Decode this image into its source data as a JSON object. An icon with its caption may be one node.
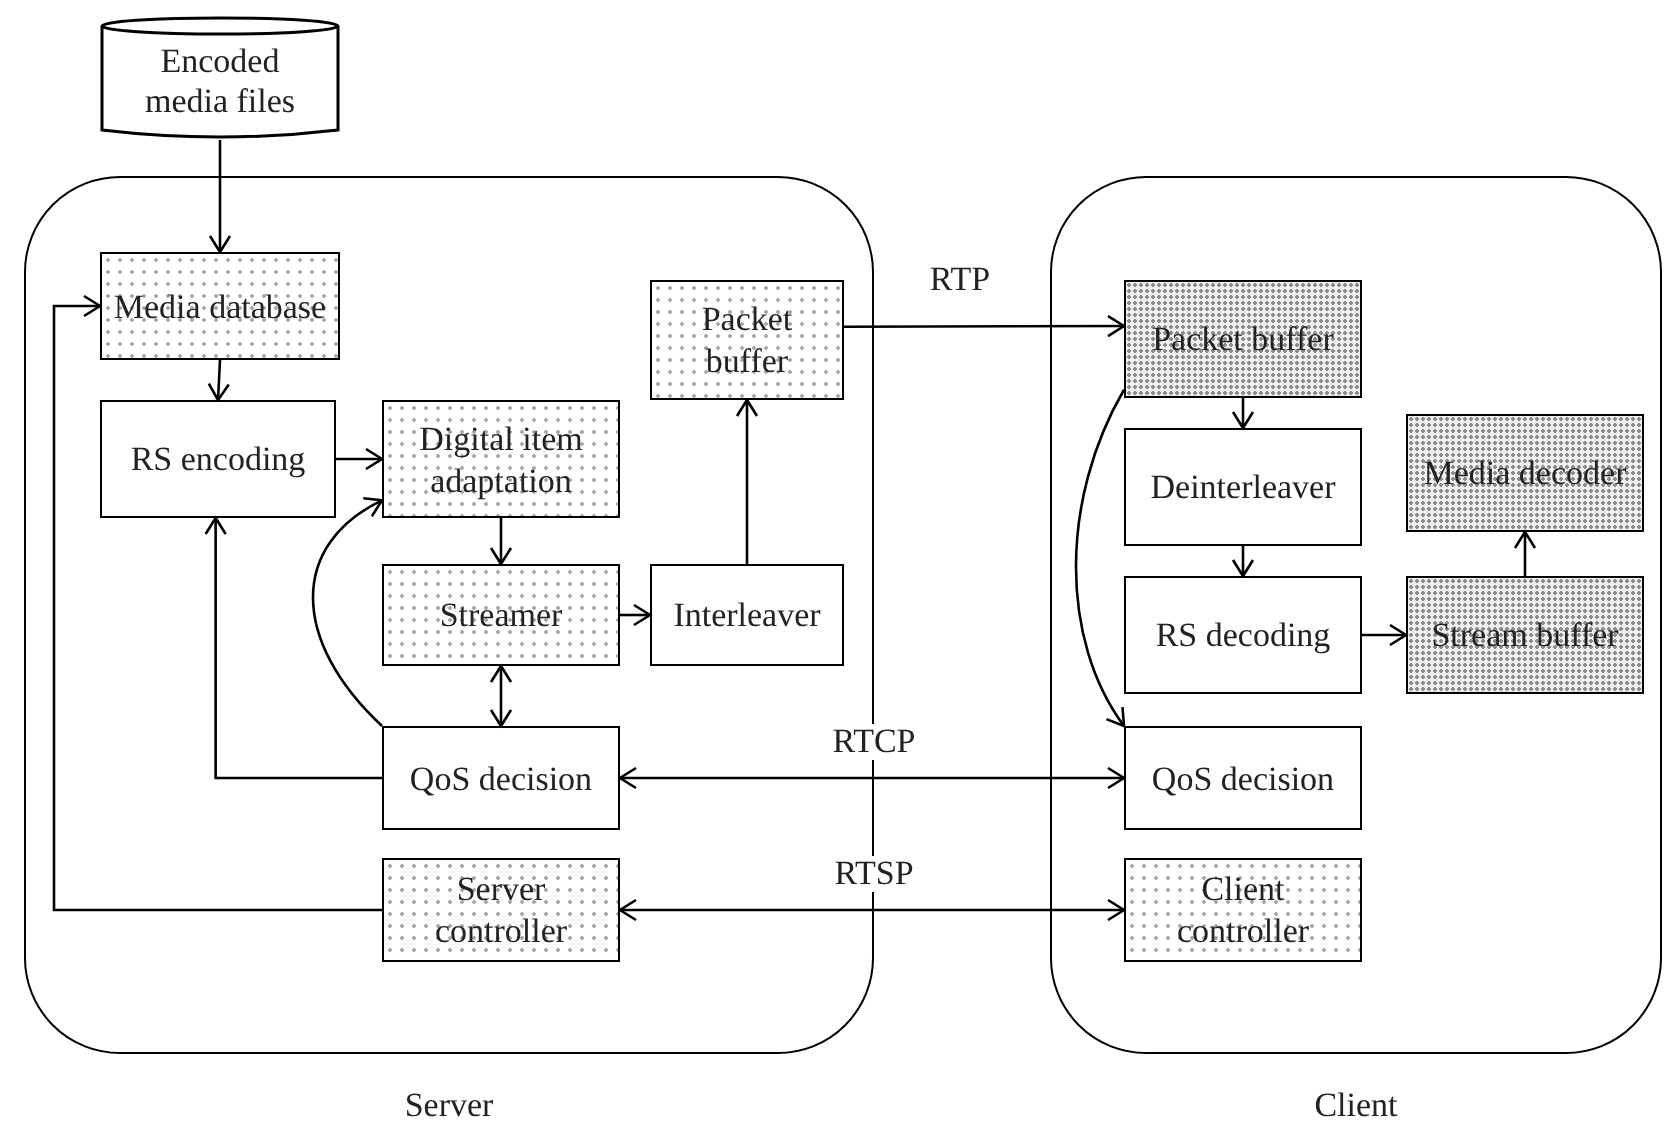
{
  "diagram": {
    "nodes": [
      {
        "text": [
          "Encoded media files"
        ]
      },
      {
        "text": [
          "Server"
        ]
      },
      {
        "text": [
          "Media database"
        ],
        "in": 1
      },
      {
        "text": [
          "RS encoding"
        ],
        "in": 1
      },
      {
        "text": [
          "Digital item adaptation"
        ],
        "in": 1
      },
      {
        "text": [
          "Packet buffer"
        ],
        "in": 1
      },
      {
        "text": [
          "Streamer"
        ],
        "in": 1
      },
      {
        "text": [
          "Interleaver"
        ],
        "in": 1
      },
      {
        "text": [
          "QoS decision"
        ],
        "in": 1
      },
      {
        "text": [
          "Server controller"
        ],
        "in": 1
      },
      {
        "text": [
          "Client"
        ]
      },
      {
        "text": [
          "Packet buffer"
        ],
        "in": 10
      },
      {
        "text": [
          "Deinterleaver"
        ],
        "in": 10
      },
      {
        "text": [
          "Media decoder"
        ],
        "in": 10
      },
      {
        "text": [
          "RS decoding"
        ],
        "in": 10
      },
      {
        "text": [
          "Stream buffer"
        ],
        "in": 10
      },
      {
        "text": [
          "QoS decision"
        ],
        "in": 10
      },
      {
        "text": [
          "Client controller"
        ],
        "in": 10
      }
    ],
    "edges": [
      {
        "from": 0,
        "to": 2,
        "arrow": "to"
      },
      {
        "from": 2,
        "to": 3,
        "arrow": "to"
      },
      {
        "from": 3,
        "to": 4,
        "arrow": "to"
      },
      {
        "from": 4,
        "to": 6,
        "arrow": "to"
      },
      {
        "from": 6,
        "to": 7,
        "arrow": "to"
      },
      {
        "from": 7,
        "to": 5,
        "arrow": "to"
      },
      {
        "from": 5,
        "to": 11,
        "arrow": "to",
        "label": "RTP"
      },
      {
        "from": 6,
        "to": 8,
        "arrow": "both"
      },
      {
        "from": 8,
        "to": 3,
        "arrow": "to"
      },
      {
        "from": 8,
        "to": 4,
        "arrow": "to"
      },
      {
        "from": 8,
        "to": 16,
        "arrow": "both",
        "label": "RTCP"
      },
      {
        "from": 9,
        "to": 17,
        "arrow": "both",
        "label": "RTSP"
      },
      {
        "from": 9,
        "to": 2,
        "arrow": "to"
      },
      {
        "from": 11,
        "to": 12,
        "arrow": "to"
      },
      {
        "from": 12,
        "to": 14,
        "arrow": "to"
      },
      {
        "from": 14,
        "to": 15,
        "arrow": "to"
      },
      {
        "from": 15,
        "to": 13,
        "arrow": "to"
      },
      {
        "from": 11,
        "to": 16,
        "arrow": "to"
      }
    ]
  }
}
